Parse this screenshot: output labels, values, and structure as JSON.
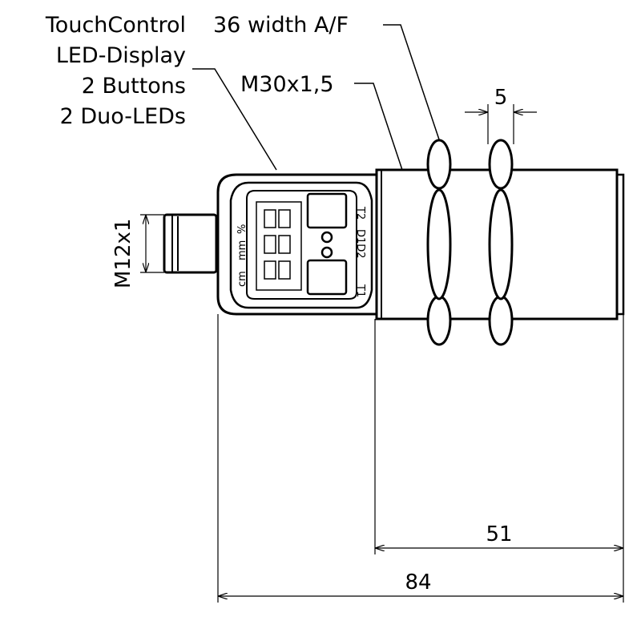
{
  "labels": {
    "touch_lines": [
      "TouchControl",
      "LED-Display",
      "2 Buttons",
      "2 Duo-LEDs"
    ],
    "width_af": "36 width A/F",
    "thread": "M30x1,5",
    "connector": "M12x1"
  },
  "dimensions": {
    "nut_gap": "5",
    "thread_length": "51",
    "total_length": "84"
  },
  "display": {
    "units": [
      "cm",
      "mm",
      "%"
    ],
    "buttons": [
      "T1",
      "T2"
    ],
    "leds": "D1D2"
  },
  "colors": {
    "line": "#000000",
    "background": "#ffffff"
  }
}
